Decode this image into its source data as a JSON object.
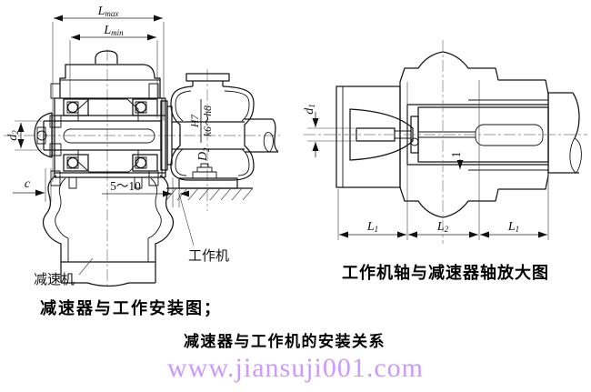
{
  "drawing_left": {
    "dim_lmax": {
      "sym": "L",
      "sub": "max"
    },
    "dim_lmin": {
      "sym": "L",
      "sub": "min"
    },
    "dim_d2": {
      "sym": "d",
      "sub": "2"
    },
    "dim_c": "c",
    "dim_gap": "5～10",
    "fit": {
      "prefix": "D",
      "prefix_sub": "2",
      "num": "H7",
      "den": "k6～h8"
    },
    "label_reducer": "减速机",
    "label_work_machine": "工作机",
    "caption": "减速器与工作安装图；"
  },
  "drawing_right": {
    "dim_d1": {
      "sym": "d",
      "sub": "1"
    },
    "dim_l1_left": {
      "sym": "L",
      "sub": "1"
    },
    "dim_l2": {
      "sym": "L",
      "sub": "2"
    },
    "dim_l1_right": {
      "sym": "L",
      "sub": "1"
    },
    "dim_gap_one": "1",
    "caption": "工作机轴与减速器轴放大图"
  },
  "footer": {
    "title": "减速器与工作机的安装关系",
    "watermark": "www.jiansuji001.com"
  },
  "colors": {
    "line": "#141414",
    "watermark": "#cc99ff"
  }
}
